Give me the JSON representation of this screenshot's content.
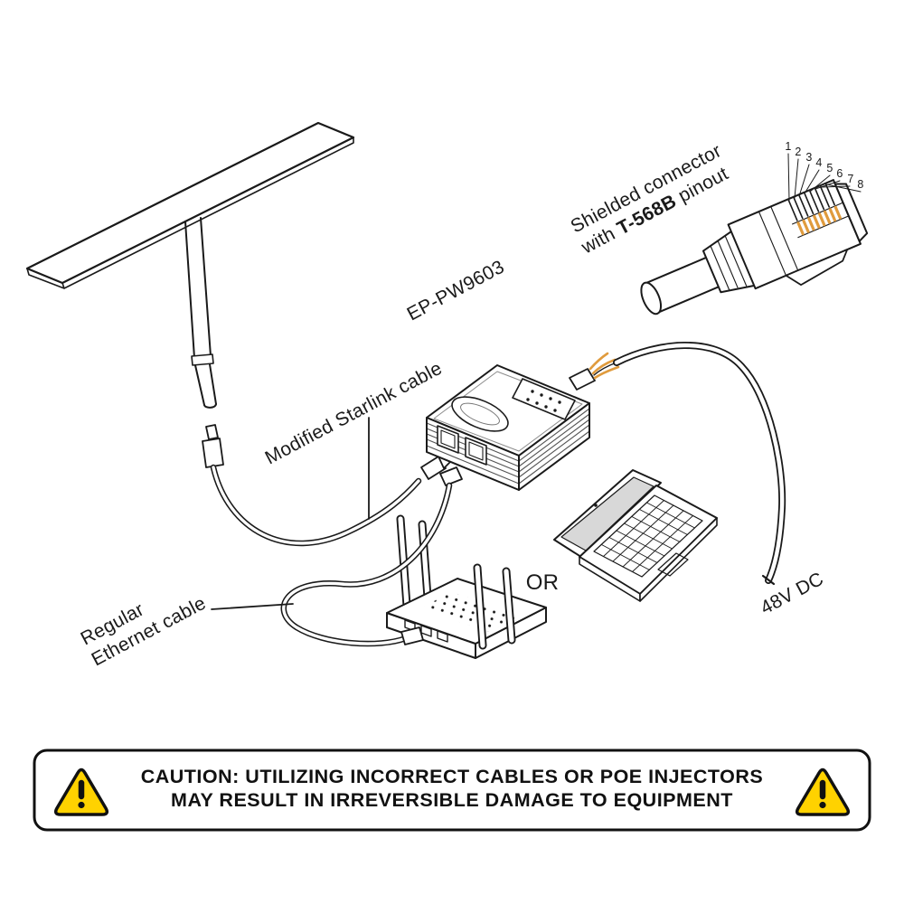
{
  "diagram": {
    "labels": {
      "injector_model": "EP-PW9603",
      "modified_cable": "Modified Starlink cable",
      "shielded_connector_line1": "Shielded connector",
      "shielded_connector_with": "with",
      "shielded_connector_standard": "T-568B",
      "shielded_connector_pinout": "pinout",
      "regular_cable_line1": "Regular",
      "regular_cable_line2": "Ethernet cable",
      "or": "OR",
      "power": "48V DC"
    },
    "pin_numbers": [
      "1",
      "2",
      "3",
      "4",
      "5",
      "6",
      "7",
      "8"
    ]
  },
  "caution_banner": {
    "line1": "CAUTION: UTILIZING INCORRECT CABLES OR POE INJECTORS",
    "line2": "MAY RESULT IN IRREVERSIBLE DAMAGE TO EQUIPMENT"
  },
  "colors": {
    "warning_yellow": "#FFD200",
    "wire_orange": "#E09B3D",
    "line": "#1a1a1a",
    "laptop_screen_gray": "#d8d8d8"
  }
}
